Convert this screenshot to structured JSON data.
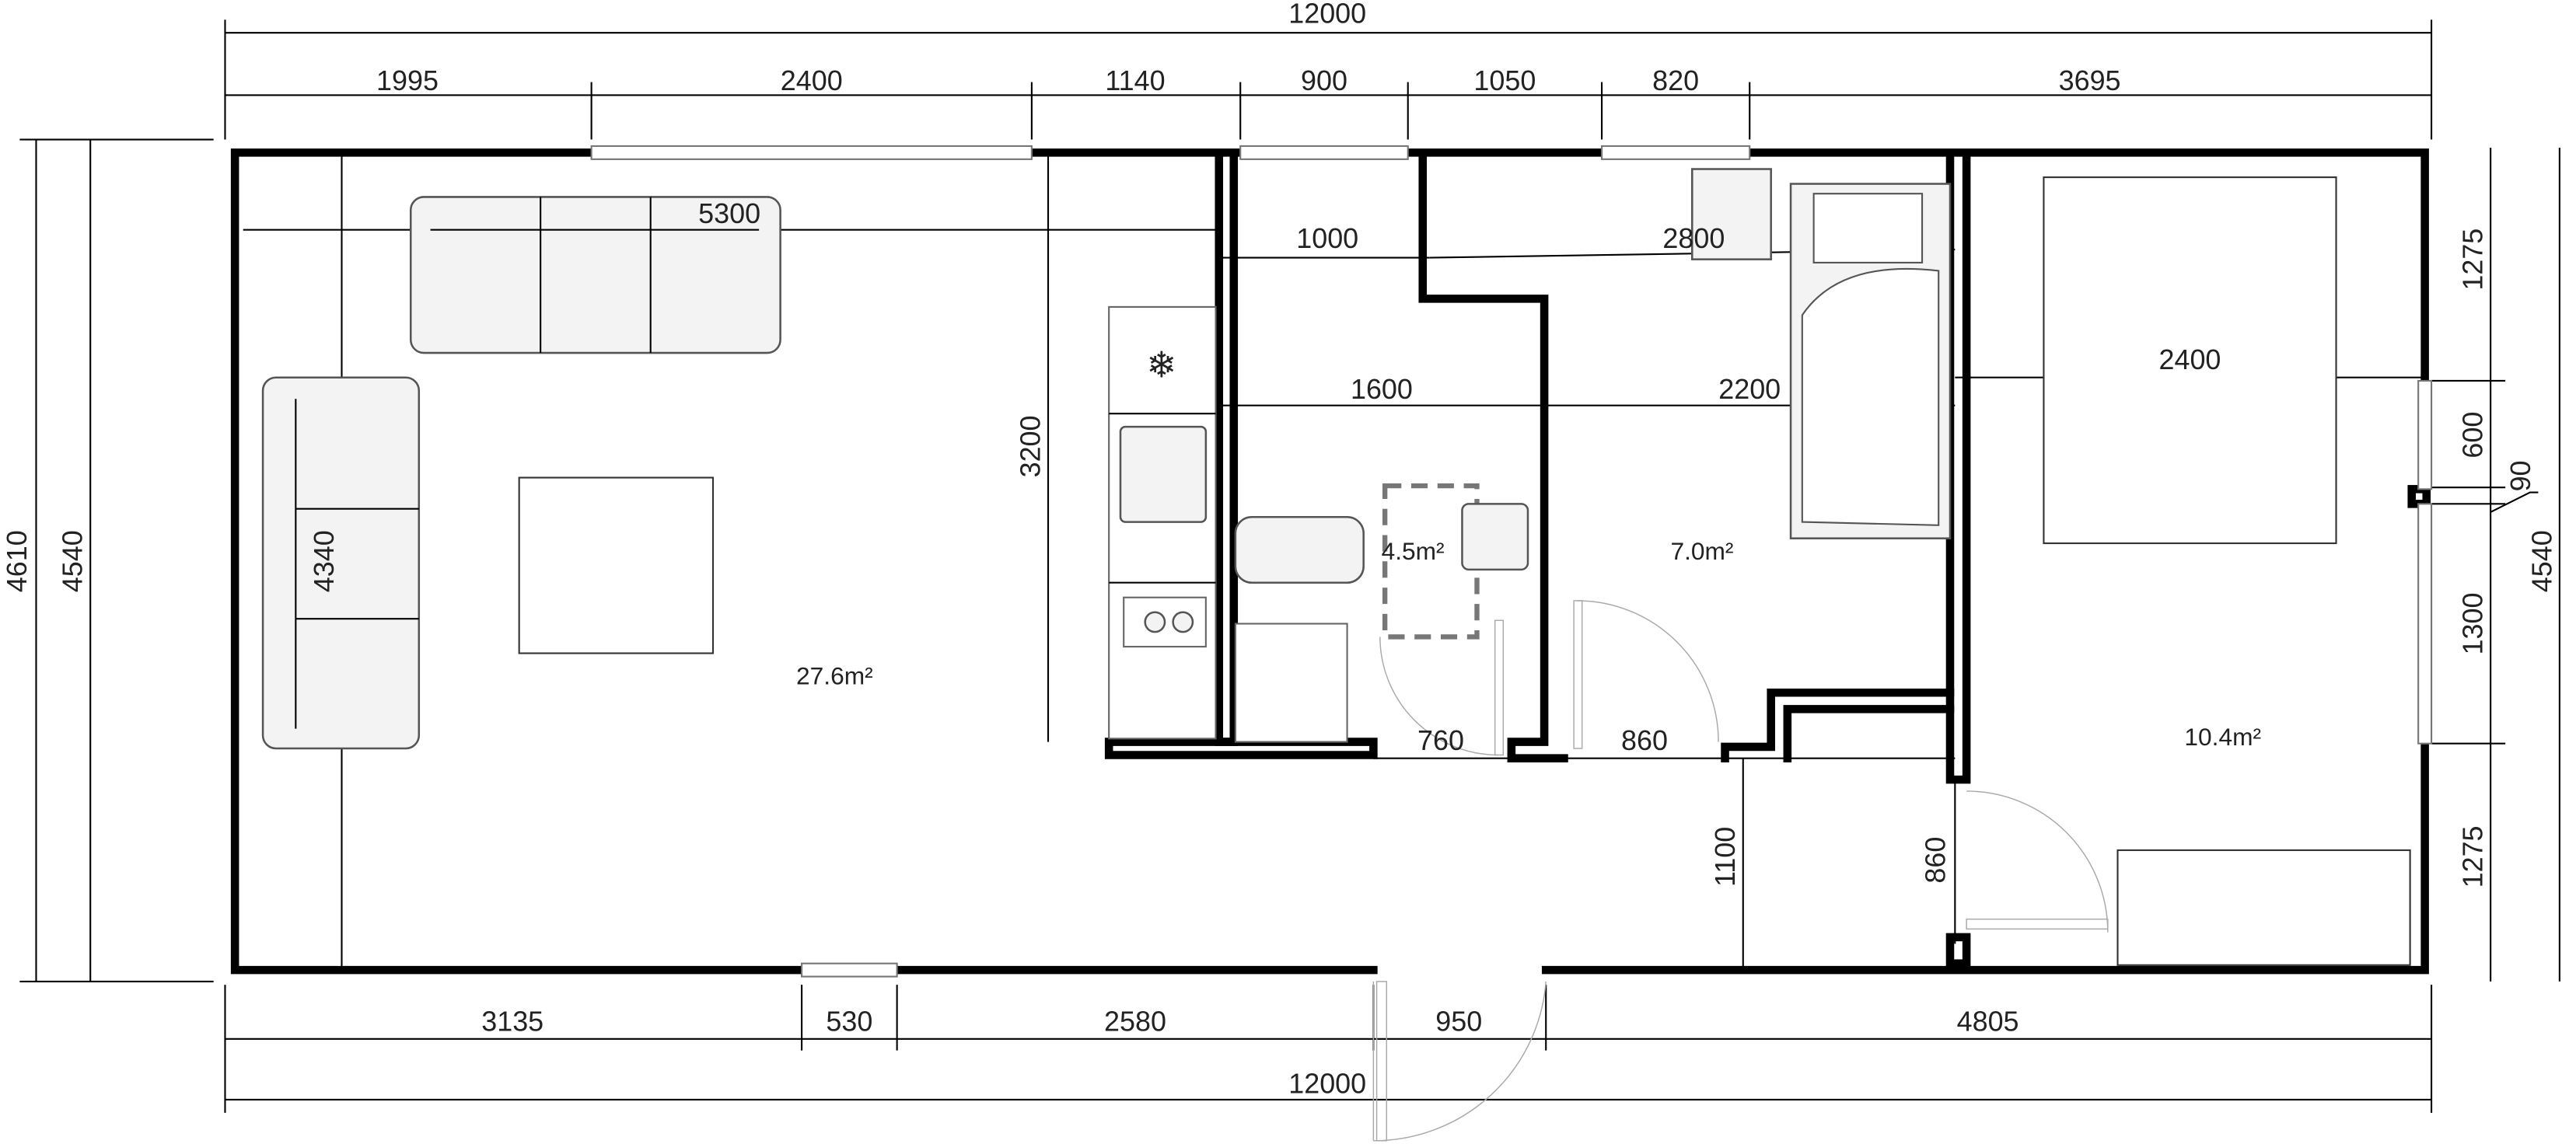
{
  "dimensions": {
    "top_total": "12000",
    "bottom_total": "12000",
    "top": [
      "1995",
      "2400",
      "1140",
      "900",
      "1050",
      "820",
      "3695"
    ],
    "bottom": [
      "3135",
      "530",
      "2580",
      "950",
      "4805"
    ],
    "left_outer": "4610",
    "left_inner": "4540",
    "right": [
      "1275",
      "600",
      "1300",
      "1275"
    ],
    "right_total": "4540",
    "right_post": "90",
    "interior": {
      "living_width": "5300",
      "living_depth": "4340",
      "kitchen_depth": "3200",
      "hall_top": "1000",
      "bath_width": "1600",
      "bed2_width": "2200",
      "bed2_top": "2800",
      "bed1_width": "2400",
      "bath_door": "760",
      "bed2_door": "860",
      "hall_depth": "1100",
      "bed1_door": "860"
    }
  },
  "rooms": {
    "living": "27.6m²",
    "bath": "4.5m²",
    "bedroom2": "7.0m²",
    "bedroom1": "10.4m²"
  },
  "icons": {
    "fridge": "snowflake-icon"
  }
}
